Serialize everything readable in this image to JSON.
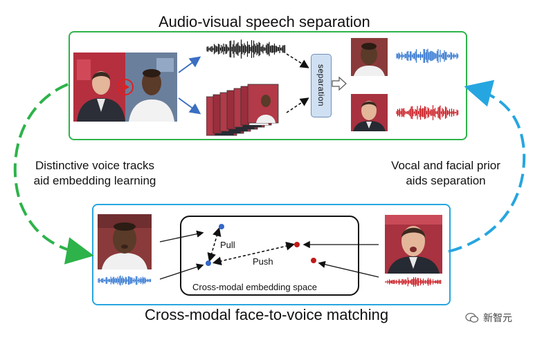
{
  "top_title": "Audio-visual speech separation",
  "bottom_title": "Cross-modal face-to-voice matching",
  "left_caption": [
    "Distinctive voice tracks",
    "aid embedding learning"
  ],
  "right_caption": [
    "Vocal and facial prior",
    "aids separation"
  ],
  "separation_label": "separation",
  "embedding_space_label": "Cross-modal embedding space",
  "pull_label": "Pull",
  "push_label": "Push",
  "watermark": "新智元",
  "colors": {
    "green_frame": "#2db34a",
    "blue_frame": "#26a6e0",
    "blue_wave": "#2f74d0",
    "red_wave": "#c8161d",
    "blue_point": "#3567c7",
    "red_point": "#c01a1a",
    "sep_box": "#cfe0f3"
  }
}
